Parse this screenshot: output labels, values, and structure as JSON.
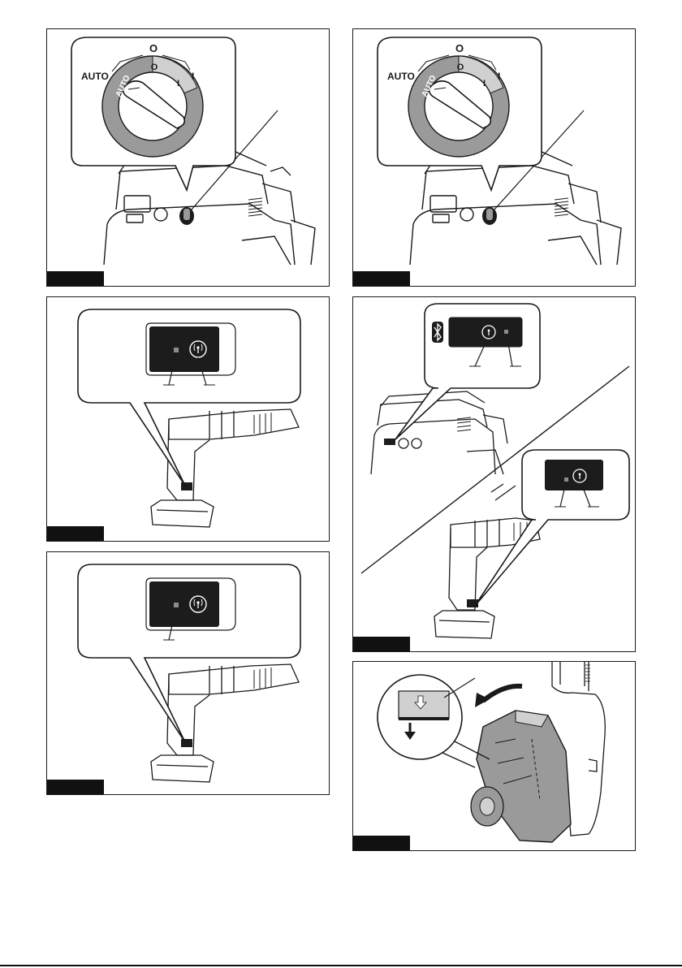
{
  "dial": {
    "auto": "AUTO",
    "off": "O",
    "on": "I"
  },
  "colors": {
    "line": "#1a1a1a",
    "gray": "#9a9a9a",
    "light_gray": "#d0d0d0",
    "panel_dark": "#1c1c1c",
    "led": "#8c8c8c"
  },
  "icons": [
    "wireless-icon",
    "bluetooth-icon",
    "arrow-down-icon",
    "curved-arrow-icon"
  ]
}
